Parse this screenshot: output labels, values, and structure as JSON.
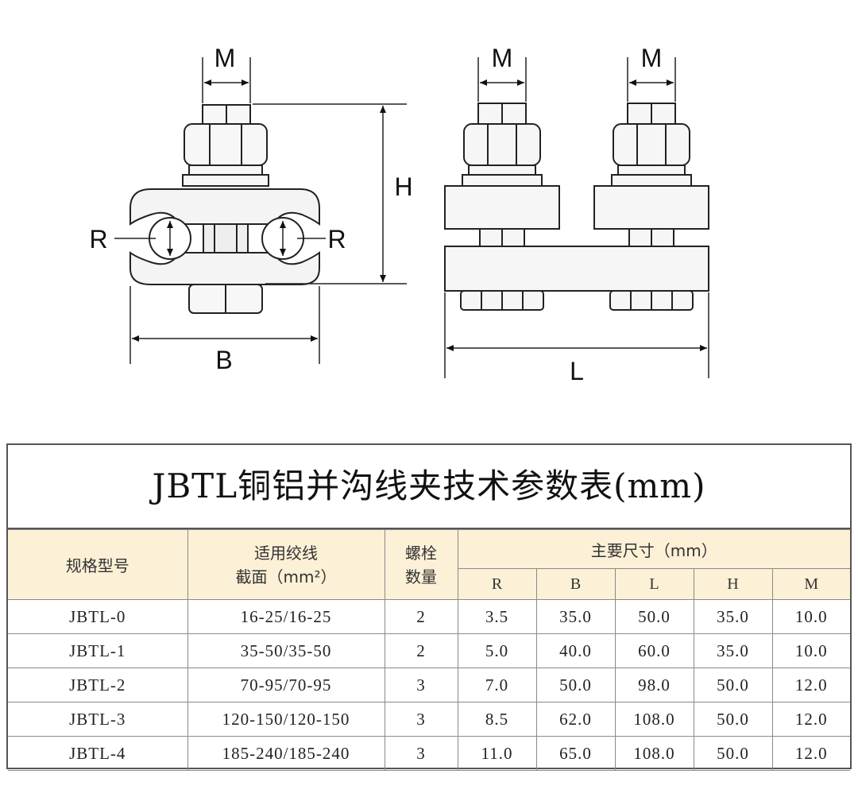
{
  "diagram": {
    "left": {
      "m_label": "M",
      "h_label": "H",
      "r_left_label": "R",
      "r_right_label": "R",
      "b_label": "B"
    },
    "right": {
      "m_label_1": "M",
      "m_label_2": "M",
      "l_label": "L"
    }
  },
  "table": {
    "title": "JBTL铜铝并沟线夹技术参数表(mm)",
    "header": {
      "model": "规格型号",
      "section_line1": "适用绞线",
      "section_line2": "截面（mm²）",
      "bolts_line1": "螺栓",
      "bolts_line2": "数量",
      "dims": "主要尺寸（mm）",
      "dim_cols": [
        "R",
        "B",
        "L",
        "H",
        "M"
      ]
    },
    "rows": [
      {
        "model": "JBTL-0",
        "section": "16-25/16-25",
        "bolts": "2",
        "R": "3.5",
        "B": "35.0",
        "L": "50.0",
        "H": "35.0",
        "M": "10.0"
      },
      {
        "model": "JBTL-1",
        "section": "35-50/35-50",
        "bolts": "2",
        "R": "5.0",
        "B": "40.0",
        "L": "60.0",
        "H": "35.0",
        "M": "10.0"
      },
      {
        "model": "JBTL-2",
        "section": "70-95/70-95",
        "bolts": "3",
        "R": "7.0",
        "B": "50.0",
        "L": "98.0",
        "H": "50.0",
        "M": "12.0"
      },
      {
        "model": "JBTL-3",
        "section": "120-150/120-150",
        "bolts": "3",
        "R": "8.5",
        "B": "62.0",
        "L": "108.0",
        "H": "50.0",
        "M": "12.0"
      },
      {
        "model": "JBTL-4",
        "section": "185-240/185-240",
        "bolts": "3",
        "R": "11.0",
        "B": "65.0",
        "L": "108.0",
        "H": "50.0",
        "M": "12.0"
      }
    ]
  }
}
